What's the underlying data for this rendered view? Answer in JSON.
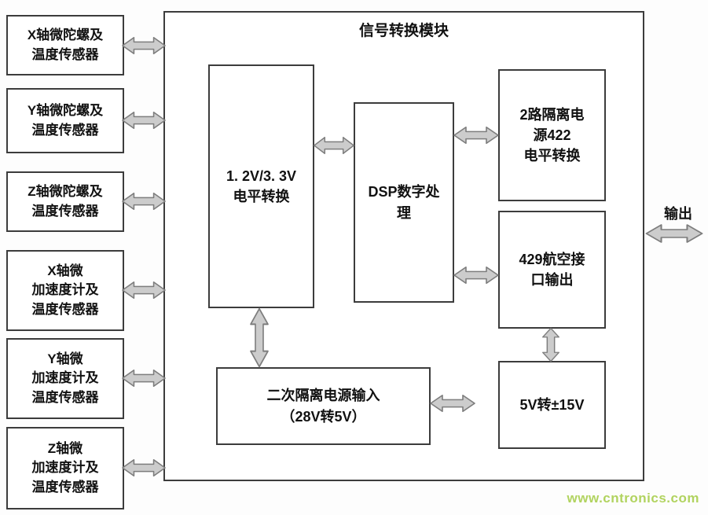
{
  "diagram": {
    "title": "信号转换模块",
    "sensors": [
      {
        "label": "X轴微陀螺及\n温度传感器"
      },
      {
        "label": "Y轴微陀螺及\n温度传感器"
      },
      {
        "label": "Z轴微陀螺及\n温度传感器"
      },
      {
        "label": "X轴微\n加速度计及\n温度传感器"
      },
      {
        "label": "Y轴微\n加速度计及\n温度传感器"
      },
      {
        "label": "Z轴微\n加速度计及\n温度传感器"
      }
    ],
    "blocks": {
      "level_shift": "1. 2V/3. 3V\n电平转换",
      "dsp": "DSP数字处\n理",
      "iso422": "2路隔离电\n源422\n电平转换",
      "out429": "429航空接\n口输出",
      "secondary_power": "二次隔离电源输入\n（28V转5V）",
      "conv15v": "5V转±15V"
    },
    "output_label": "输出",
    "watermark": "www.cntronics.com",
    "colors": {
      "arrow_fill": "#cccccc",
      "arrow_stroke": "#7d7d7d",
      "border": "#3c3c3c",
      "watermark": "#a9cf4e"
    }
  }
}
